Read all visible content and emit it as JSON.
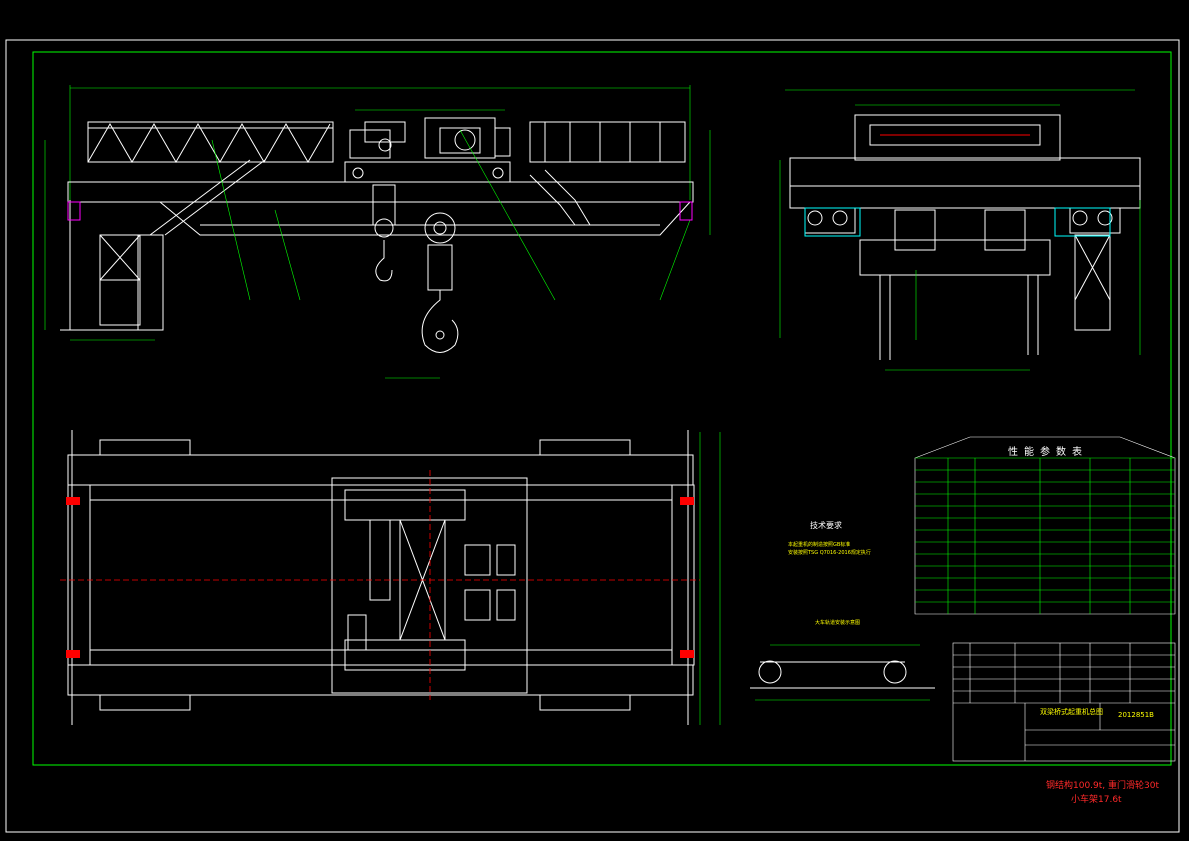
{
  "params_table": {
    "title": "性能参数表"
  },
  "tech_requirements": {
    "title": "技术要求",
    "line1": "本起重机的制造按照GB标准",
    "line2": "安装按照TSG Q7016-2016规定执行"
  },
  "rail_note": "大车轨道安装示意图",
  "title_block": {
    "drawing_title": "双梁桥式起重机总图",
    "drawing_number": "2012851B"
  },
  "weights_note": {
    "line1": "钢结构100.9t, 重门滑轮30t",
    "line2": "小车架17.6t"
  },
  "colors": {
    "background": "#000000",
    "line_main": "#ffffff",
    "line_frame": "#00ff00",
    "line_dim": "#00ff00",
    "centerline": "#ff0000",
    "highlight": "#00ffff",
    "text_annot": "#ffff00",
    "text_note": "#ff2a2a",
    "line_accent": "#ff00ff"
  }
}
